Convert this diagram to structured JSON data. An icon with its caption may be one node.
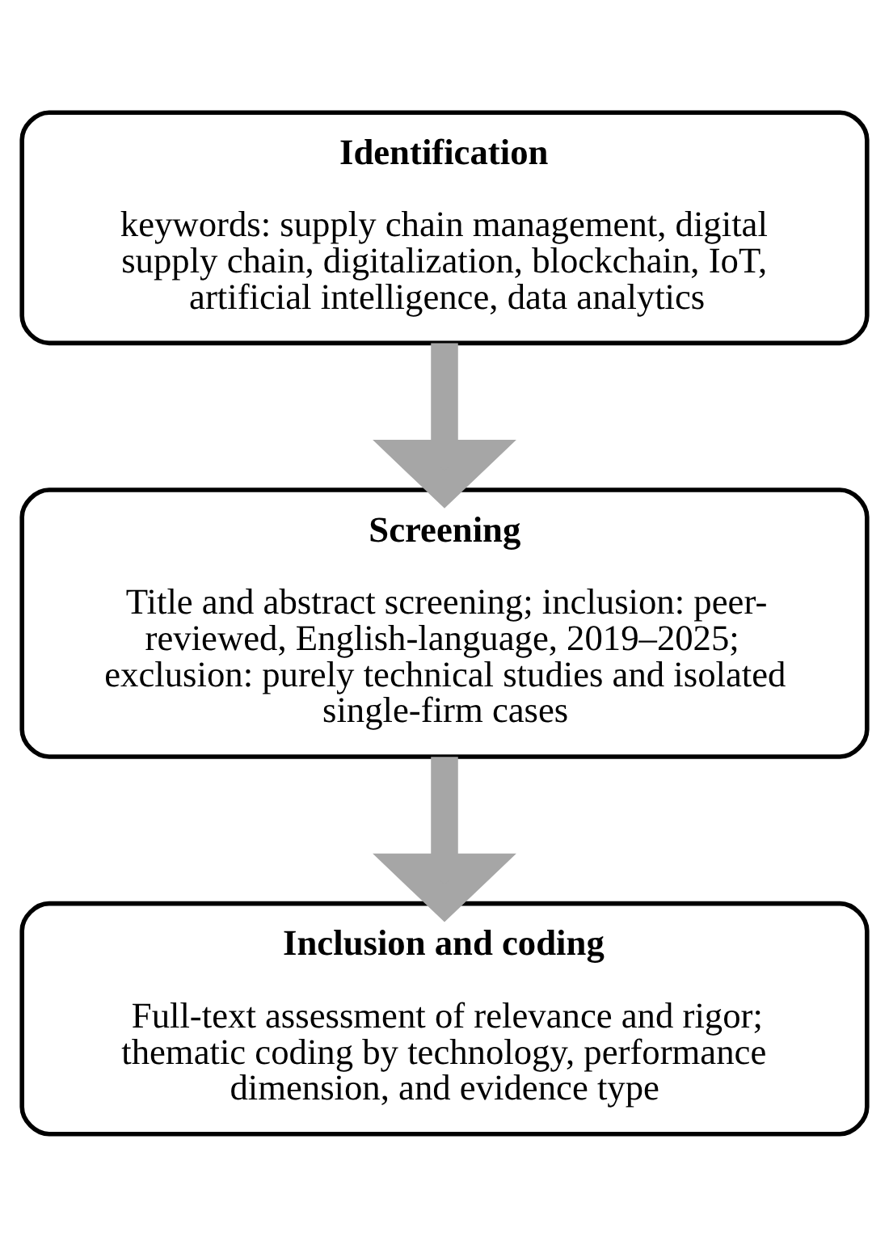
{
  "diagram": {
    "nodes": [
      {
        "text": [
          "Identification",
          "keywords: supply chain management, digital supply chain, digitalization, blockchain, IoT, artificial intelligence, data analytics"
        ]
      },
      {
        "text": [
          "Screening",
          "Title and abstract screening; inclusion: peer-reviewed, English-language, 2019–2025; exclusion: purely technical studies and isolated single-firm cases"
        ]
      },
      {
        "text": [
          "Inclusion and coding",
          "Full-text assessment of relevance and rigor; thematic coding by technology, performance dimension, and evidence type"
        ]
      }
    ],
    "edges": [
      {
        "from": 0,
        "to": 1,
        "arrow": "to"
      },
      {
        "from": 1,
        "to": 2,
        "arrow": "to"
      }
    ]
  }
}
